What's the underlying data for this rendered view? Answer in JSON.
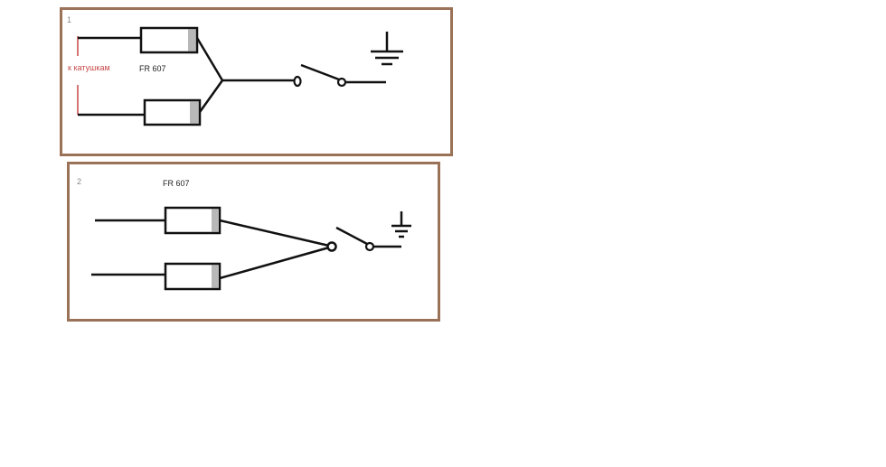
{
  "panels": [
    {
      "number": "1",
      "part_label": "FR 607",
      "coil_label": "к катушкам"
    },
    {
      "number": "2",
      "part_label": "FR 607"
    }
  ],
  "colors": {
    "frame": "#9a7258",
    "wire": "#111111",
    "diode_band": "#b8b8b8",
    "coil_wire": "#c84848"
  }
}
